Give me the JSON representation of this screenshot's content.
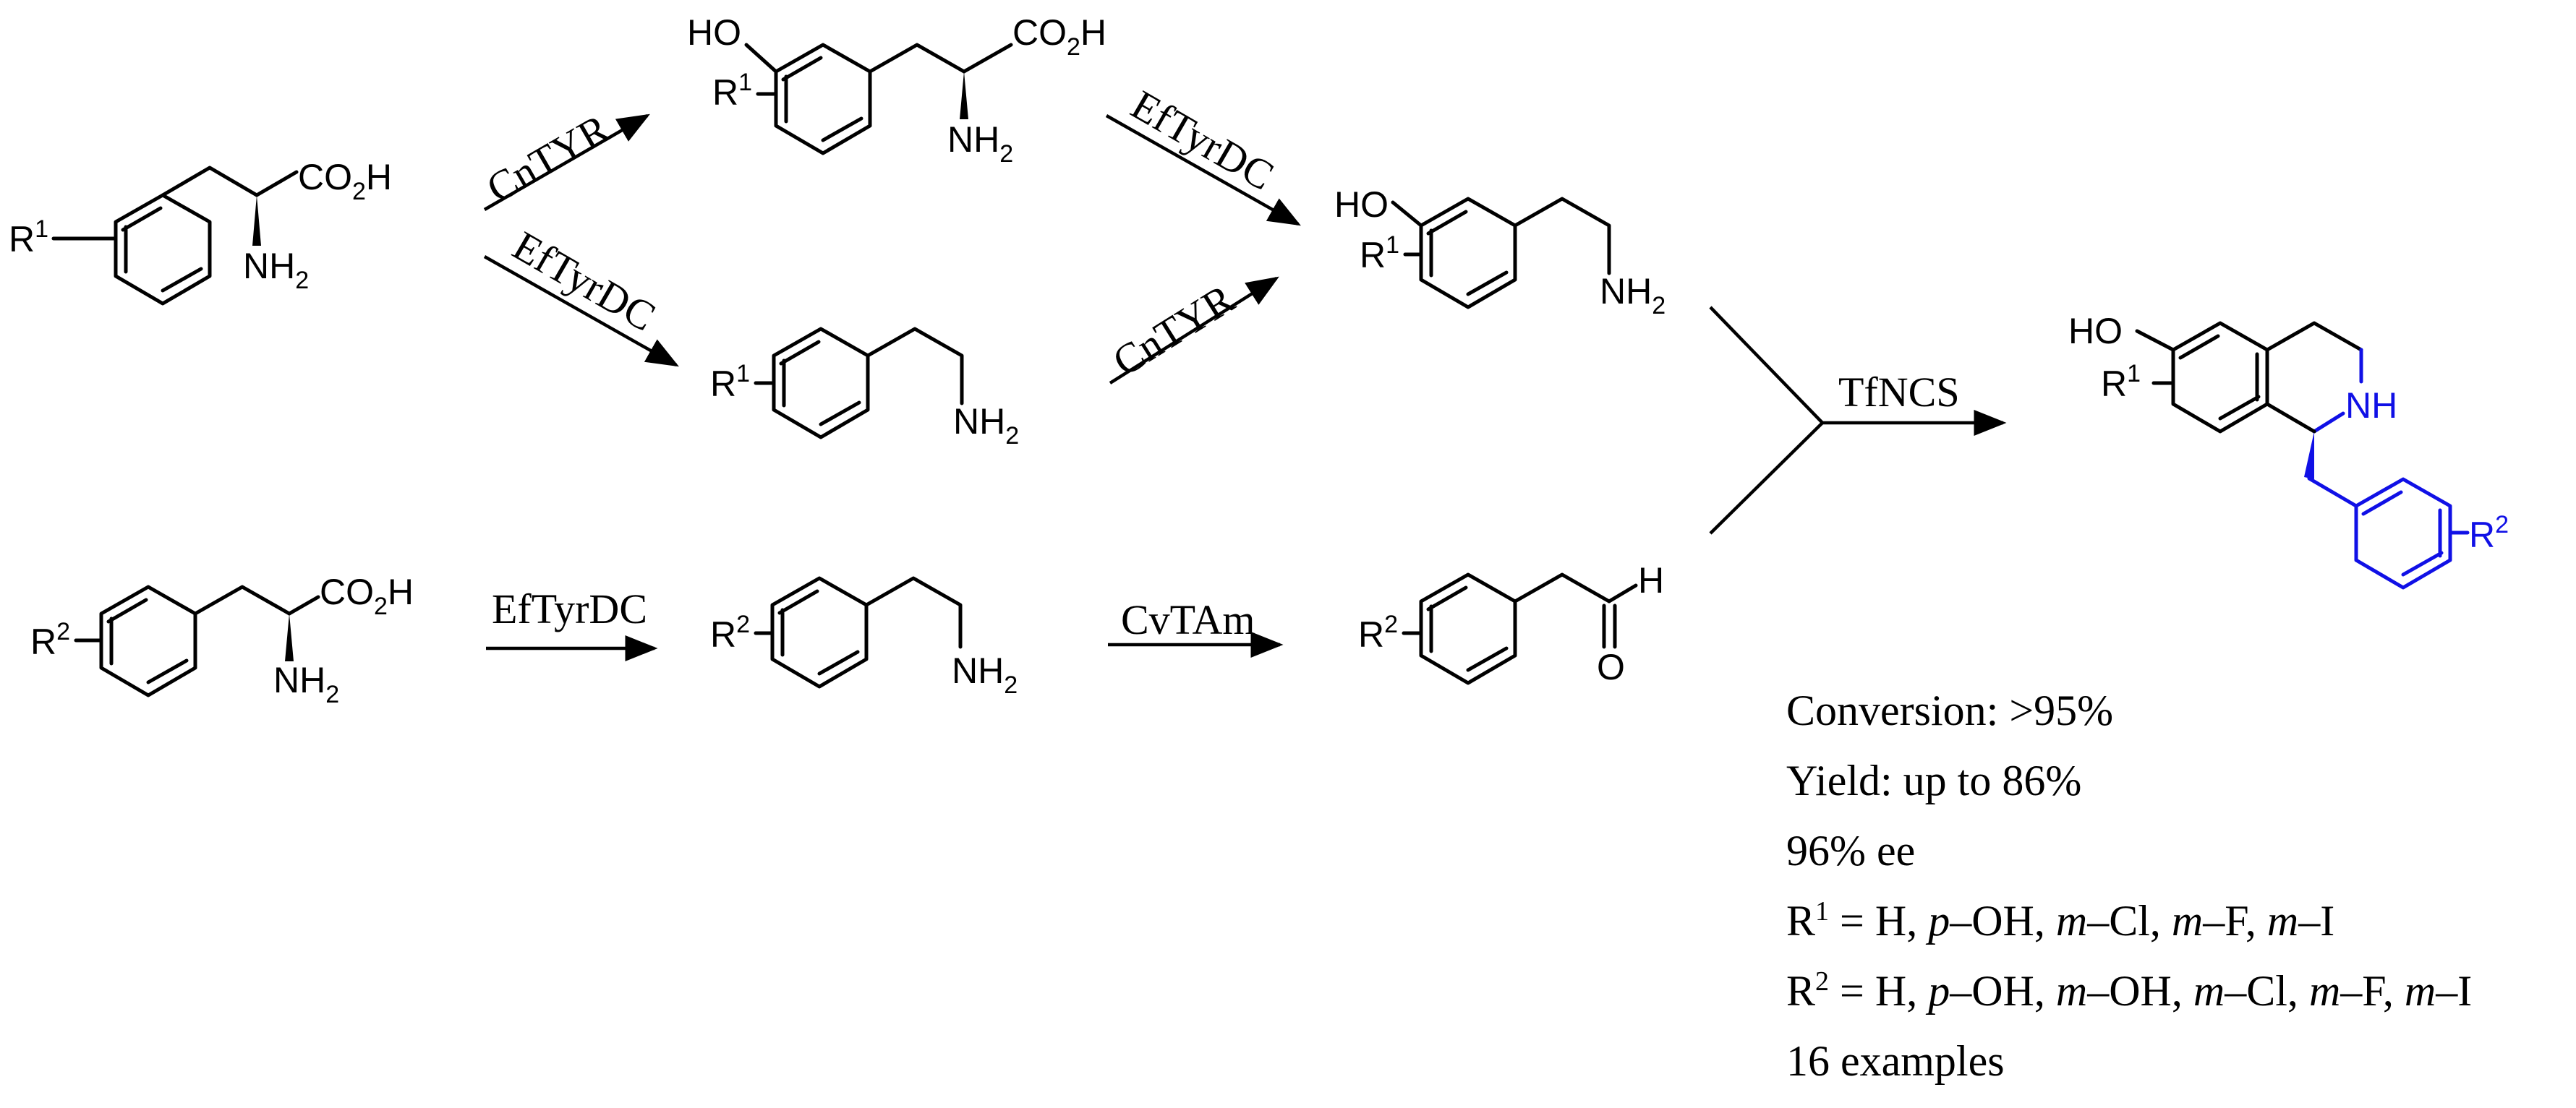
{
  "labels": {
    "co2h": "CO",
    "co2h_sub": "2",
    "co2h_tail": "H",
    "nh2": "NH",
    "nh2_sub": "2",
    "ho": "HO",
    "r": "R",
    "r1_sup": "1",
    "r2_sup": "2",
    "nh": "NH",
    "o": "O",
    "h": "H"
  },
  "enzymes": {
    "cntyr": "CnTYR",
    "eftyrdc": "EfTyrDC",
    "cvtam": "CvTAm",
    "tfncs": "TfNCS"
  },
  "colors": {
    "product_highlight": "#1010e6",
    "ink": "#000000"
  },
  "notes": {
    "conversion": "Conversion: >95%",
    "yield": "Yield: up to 86%",
    "ee": "96% ee",
    "r1_label": "R",
    "r1_sup": "1",
    "r1_list": [
      {
        "text": " = H, ",
        "italic": false
      },
      {
        "text": "p",
        "italic": true
      },
      {
        "text": "–OH, ",
        "italic": false
      },
      {
        "text": "m",
        "italic": true
      },
      {
        "text": "–Cl, ",
        "italic": false
      },
      {
        "text": "m",
        "italic": true
      },
      {
        "text": "–F, ",
        "italic": false
      },
      {
        "text": "m",
        "italic": true
      },
      {
        "text": "–I",
        "italic": false
      }
    ],
    "r2_label": "R",
    "r2_sup": "2",
    "r2_list": [
      {
        "text": " = H, ",
        "italic": false
      },
      {
        "text": "p",
        "italic": true
      },
      {
        "text": "–OH, ",
        "italic": false
      },
      {
        "text": "m",
        "italic": true
      },
      {
        "text": "–OH, ",
        "italic": false
      },
      {
        "text": "m",
        "italic": true
      },
      {
        "text": "–Cl, ",
        "italic": false
      },
      {
        "text": "m",
        "italic": true
      },
      {
        "text": "–F, ",
        "italic": false
      },
      {
        "text": "m",
        "italic": true
      },
      {
        "text": "–I",
        "italic": false
      }
    ],
    "examples": "16 examples"
  }
}
